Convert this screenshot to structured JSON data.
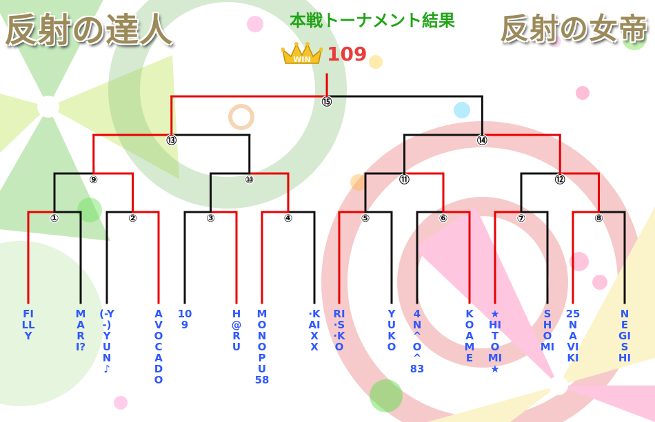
{
  "header": {
    "logo_left": "反射の達人",
    "title": "本戦トーナメント結果",
    "logo_right": "反射の女帝",
    "win_badge": "WIN",
    "winner": "109"
  },
  "colors": {
    "win_line": "#e80000",
    "lose_line": "#111111",
    "player_name": "#2f58ff",
    "title": "#22a318",
    "winner": "#e83c3c"
  },
  "matches": [
    {
      "label": "①"
    },
    {
      "label": "②"
    },
    {
      "label": "③"
    },
    {
      "label": "④"
    },
    {
      "label": "⑤"
    },
    {
      "label": "⑥"
    },
    {
      "label": "⑦"
    },
    {
      "label": "⑧"
    },
    {
      "label": "⑨"
    },
    {
      "label": "⑩"
    },
    {
      "label": "⑪"
    },
    {
      "label": "⑫"
    },
    {
      "label": "⑬"
    },
    {
      "label": "⑭"
    },
    {
      "label": "⑮"
    }
  ],
  "players": [
    "FILLY",
    "MARI?",
    "(-Y-)YUN♪",
    "AVOCADO",
    "109",
    "H@RU",
    "MONOPU58",
    "·KAIXX",
    "RI·S·KO",
    "YUKO",
    "4N^O^83",
    "KOAME",
    "★HITOMI★",
    "SHOMI",
    "25NAVIKI",
    "NEGISHI"
  ]
}
